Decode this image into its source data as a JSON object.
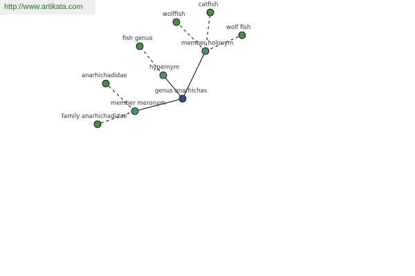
{
  "banner": {
    "url": "http://www.artikata.com"
  },
  "colors": {
    "root": "#3a4a8c",
    "relation": "#4a8c8c",
    "leaf": "#4a8a4a"
  },
  "graph": {
    "root": {
      "id": "genus-anarhichas",
      "label": "genus anarhichas"
    },
    "relations": [
      {
        "id": "hypernym",
        "label": "hypernym",
        "targets": [
          {
            "id": "fish-genus",
            "label": "fish genus"
          }
        ]
      },
      {
        "id": "member-holonym",
        "label": "member holonym",
        "targets": [
          {
            "id": "wolffish",
            "label": "wolffish"
          },
          {
            "id": "catfish",
            "label": "catfish"
          },
          {
            "id": "wolf-fish",
            "label": "wolf fish"
          }
        ]
      },
      {
        "id": "member-meronym",
        "label": "member meronym",
        "targets": [
          {
            "id": "anarhichadidae",
            "label": "anarhichadidae"
          },
          {
            "id": "family-anarhichadidae",
            "label": "family anarhichadidae"
          }
        ]
      }
    ]
  }
}
